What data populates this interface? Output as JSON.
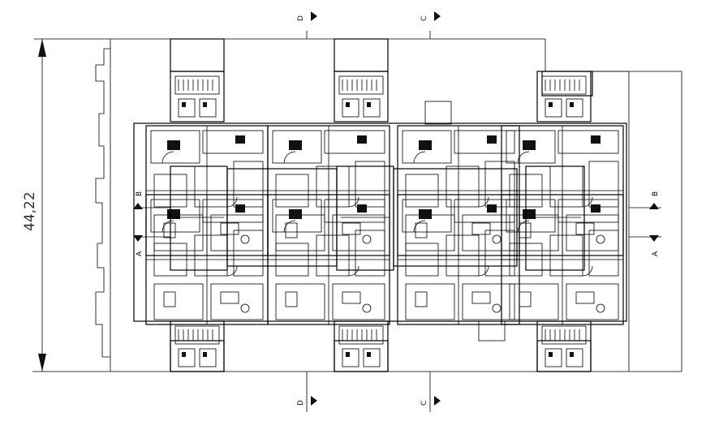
{
  "dimension": {
    "label": "44,22"
  },
  "sections": {
    "top_d": "D",
    "top_c": "C",
    "bottom_d": "D",
    "bottom_c": "C",
    "left_b": "B",
    "left_a": "A",
    "right_b": "B",
    "right_a": "A"
  }
}
